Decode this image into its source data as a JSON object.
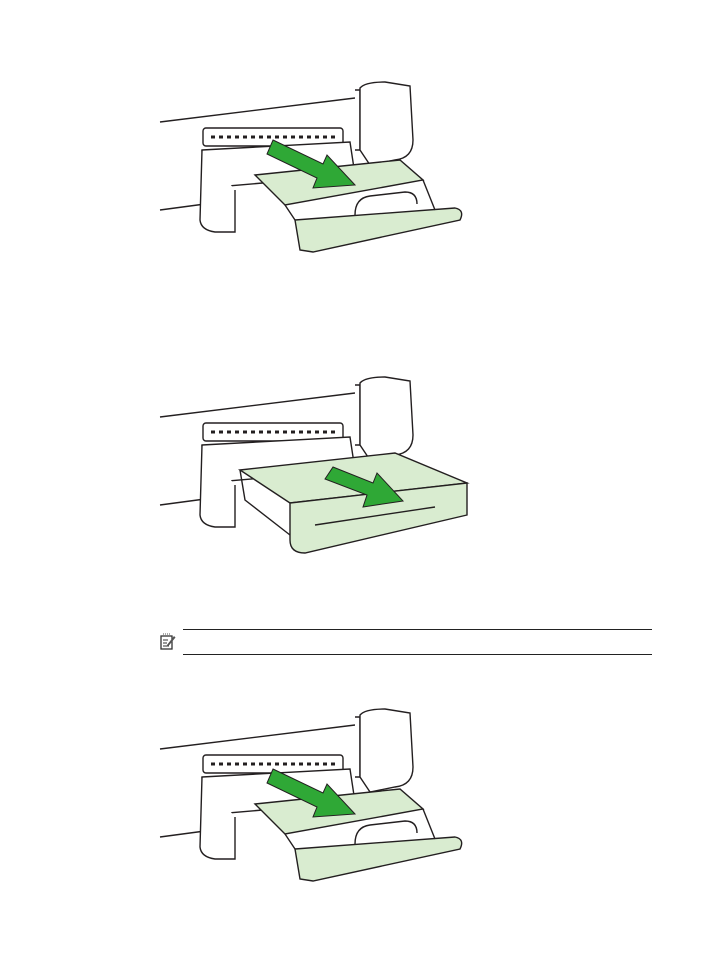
{
  "colors": {
    "tray_green": "#d9ecd0",
    "arrow_green": "#2fa836",
    "line": "#231f20"
  },
  "figures": [
    {
      "icon": "printer-output-tray-extend-illustration"
    },
    {
      "icon": "printer-input-tray-remove-illustration"
    },
    {
      "icon": "printer-output-tray-extend-illustration"
    }
  ],
  "note": {
    "icon": "note-pencil-icon"
  }
}
